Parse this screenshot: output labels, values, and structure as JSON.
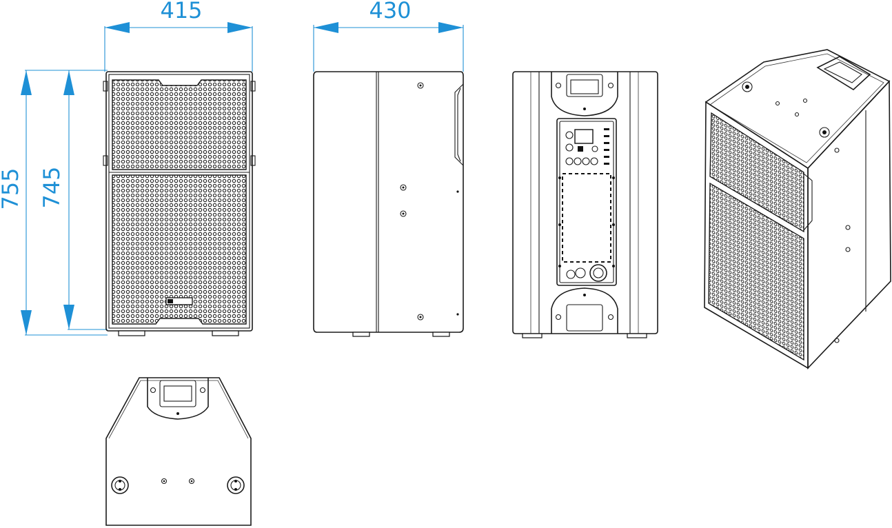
{
  "dimensions": {
    "width_front": "415",
    "depth_side": "430",
    "height_total": "755",
    "height_cabinet": "745"
  },
  "colors": {
    "dimension": "#1e90d6",
    "outline": "#1a1a1a",
    "background": "#ffffff"
  }
}
